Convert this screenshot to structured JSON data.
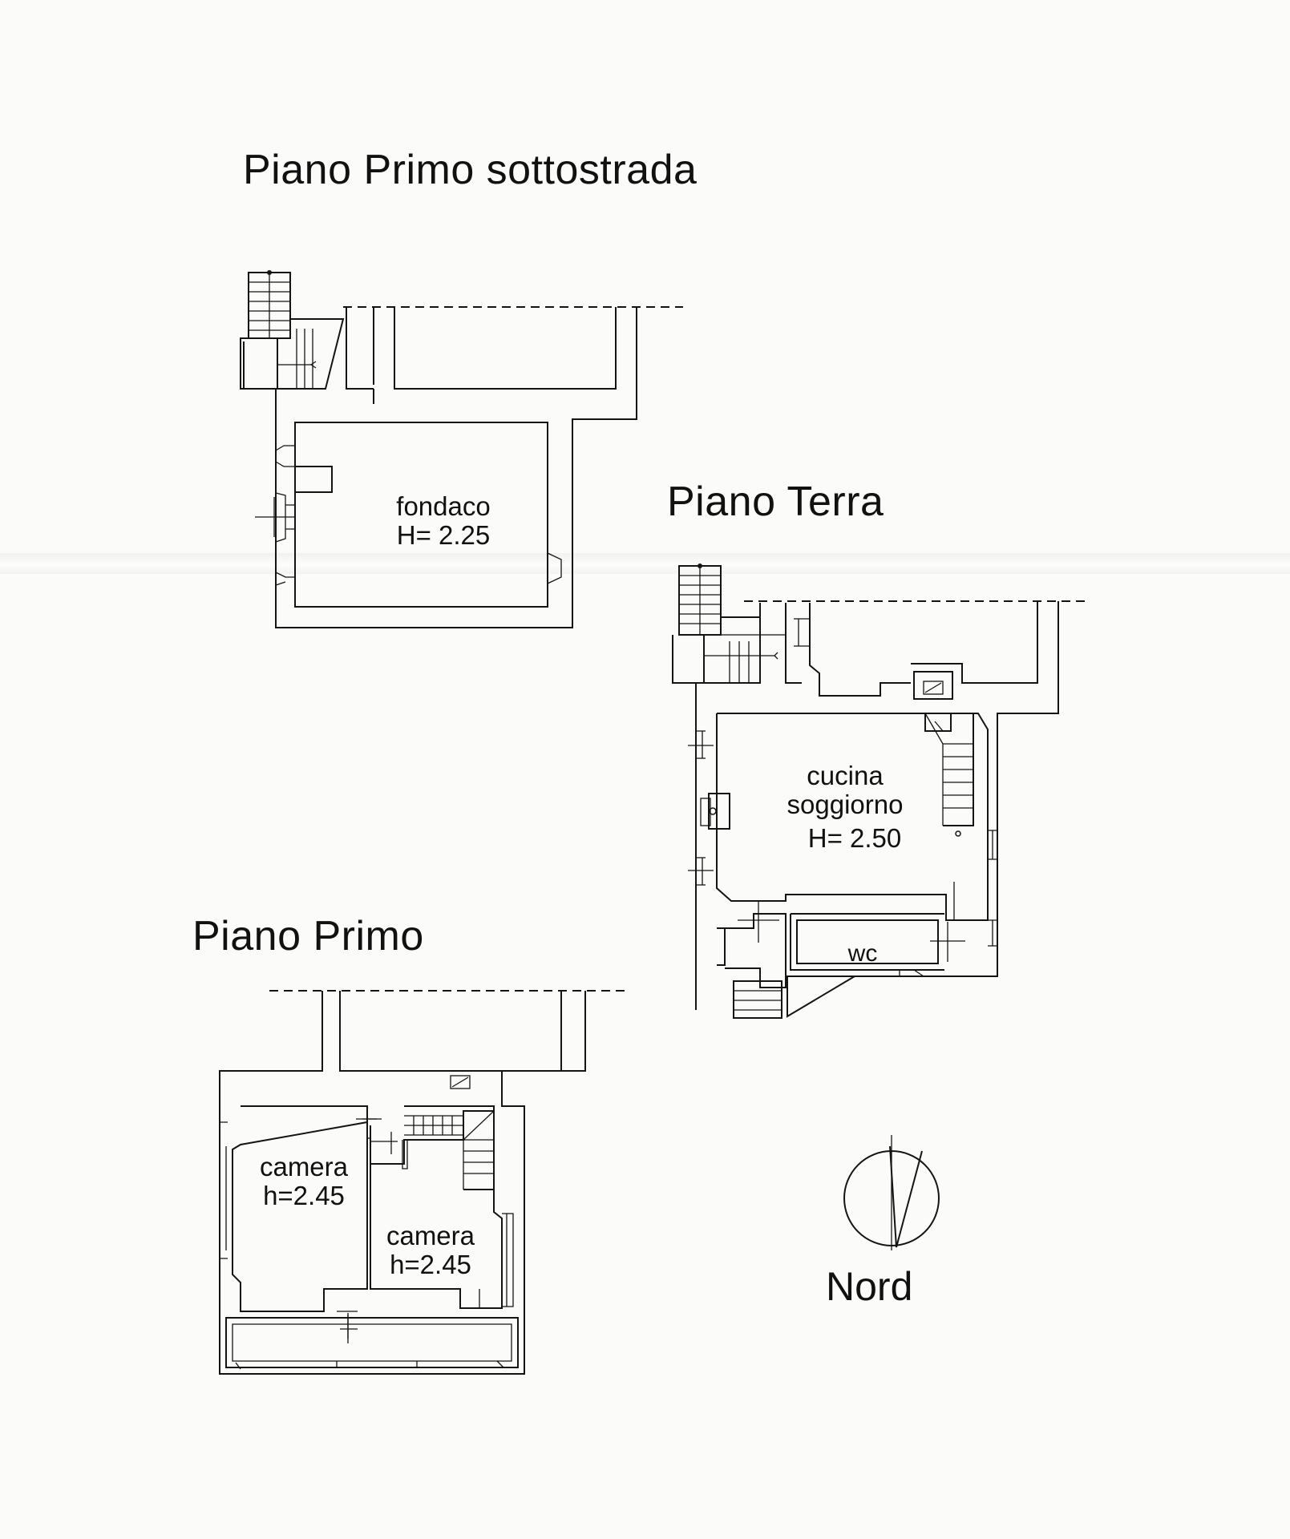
{
  "floors": {
    "basement": {
      "title": "Piano Primo sottostrada"
    },
    "ground": {
      "title": "Piano Terra"
    },
    "first": {
      "title": "Piano Primo"
    }
  },
  "rooms": {
    "fondaco": {
      "name": "fondaco",
      "height": "H= 2.25"
    },
    "cucina": {
      "name_line1": "cucina",
      "name_line2": "soggiorno",
      "height": "H= 2.50"
    },
    "wc": {
      "name": "wc"
    },
    "camera1": {
      "name": "camera",
      "height": "h=2.45"
    },
    "camera2": {
      "name": "camera",
      "height": "h=2.45"
    }
  },
  "compass": {
    "label": "Nord",
    "icon": "north-arrow-icon"
  },
  "colors": {
    "ink": "#141414",
    "paper": "#fbfbfa"
  }
}
